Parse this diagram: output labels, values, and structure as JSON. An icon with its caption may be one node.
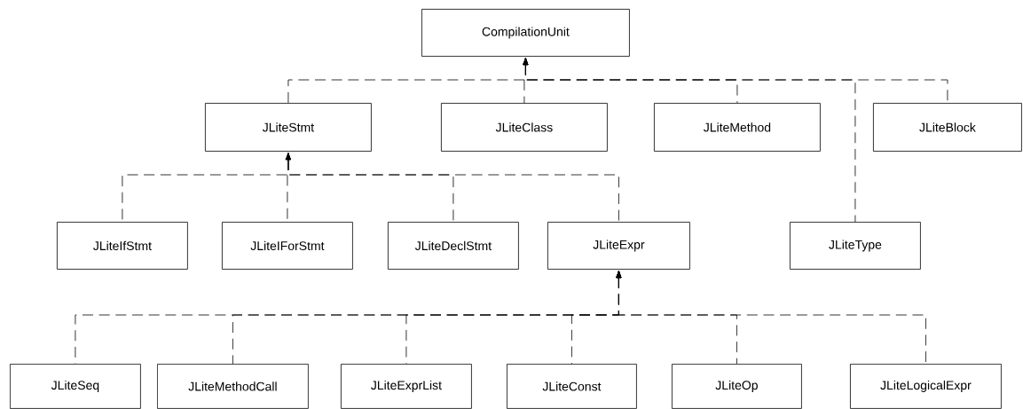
{
  "diagram": {
    "nodes": [
      {
        "text": [
          "CompilationUnit"
        ]
      },
      {
        "text": [
          "JLiteStmt"
        ]
      },
      {
        "text": [
          "JLiteClass"
        ]
      },
      {
        "text": [
          "JLiteMethod"
        ]
      },
      {
        "text": [
          "JLiteBlock"
        ]
      },
      {
        "text": [
          "JLiteIfStmt"
        ]
      },
      {
        "text": [
          "JLiteIForStmt"
        ]
      },
      {
        "text": [
          "JLiteDeclStmt"
        ]
      },
      {
        "text": [
          "JLiteExpr"
        ]
      },
      {
        "text": [
          "JLiteType"
        ]
      },
      {
        "text": [
          "JLiteSeq"
        ]
      },
      {
        "text": [
          "JLiteMethodCall"
        ]
      },
      {
        "text": [
          "JLiteExprList"
        ]
      },
      {
        "text": [
          "JLiteConst"
        ]
      },
      {
        "text": [
          "JLiteOp"
        ]
      },
      {
        "text": [
          "JLiteLogicalExpr"
        ]
      }
    ],
    "edges": [
      {
        "from": 1,
        "to": 0,
        "arrow": "to",
        "style": "dashed"
      },
      {
        "from": 2,
        "to": 0,
        "arrow": "to",
        "style": "dashed"
      },
      {
        "from": 3,
        "to": 0,
        "arrow": "to",
        "style": "dashed"
      },
      {
        "from": 9,
        "to": 0,
        "arrow": "to",
        "style": "dashed"
      },
      {
        "from": 4,
        "to": 0,
        "arrow": "to",
        "style": "dashed"
      },
      {
        "from": 5,
        "to": 1,
        "arrow": "to",
        "style": "dashed"
      },
      {
        "from": 6,
        "to": 1,
        "arrow": "to",
        "style": "dashed"
      },
      {
        "from": 7,
        "to": 1,
        "arrow": "to",
        "style": "dashed"
      },
      {
        "from": 8,
        "to": 1,
        "arrow": "to",
        "style": "dashed"
      },
      {
        "from": 10,
        "to": 8,
        "arrow": "to",
        "style": "dashed"
      },
      {
        "from": 11,
        "to": 8,
        "arrow": "to",
        "style": "dashed"
      },
      {
        "from": 12,
        "to": 8,
        "arrow": "to",
        "style": "dashed"
      },
      {
        "from": 13,
        "to": 8,
        "arrow": "to",
        "style": "dashed"
      },
      {
        "from": 14,
        "to": 8,
        "arrow": "to",
        "style": "dashed"
      },
      {
        "from": 15,
        "to": 8,
        "arrow": "to",
        "style": "dashed"
      }
    ]
  }
}
